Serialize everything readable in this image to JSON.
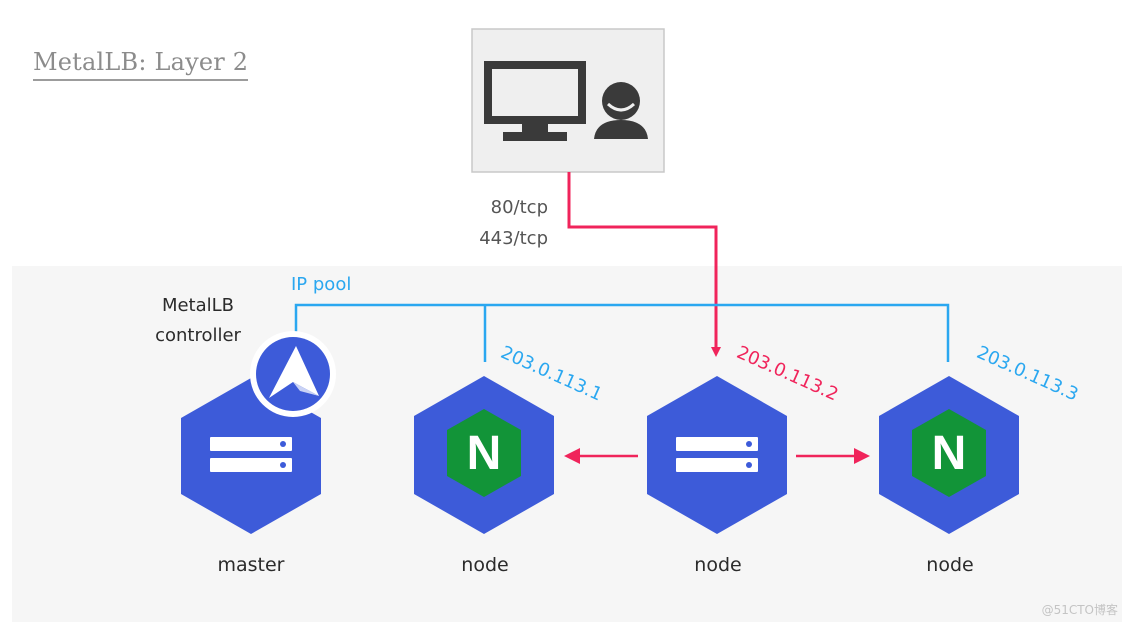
{
  "title": "MetalLB: Layer 2",
  "client": {
    "ports": [
      "80/tcp",
      "443/tcp"
    ]
  },
  "controller": {
    "label_line1": "MetalLB",
    "label_line2": "controller"
  },
  "ip_pool": {
    "label": "IP pool"
  },
  "nodes": [
    {
      "role": "master",
      "label": "master",
      "icon": "server-icon"
    },
    {
      "role": "node",
      "label": "node",
      "ip": "203.0.113.1",
      "icon": "nginx-icon"
    },
    {
      "role": "node",
      "label": "node",
      "ip": "203.0.113.2",
      "icon": "server-icon",
      "active": true
    },
    {
      "role": "node",
      "label": "node",
      "ip": "203.0.113.3",
      "icon": "nginx-icon"
    }
  ],
  "watermark": "@51CTO博客",
  "colors": {
    "hex_blue": "#3d5bd9",
    "nginx_green": "#129438",
    "pool_line": "#2aa7f0",
    "traffic": "#f0245b",
    "cluster_background": "#f6f6f6"
  }
}
